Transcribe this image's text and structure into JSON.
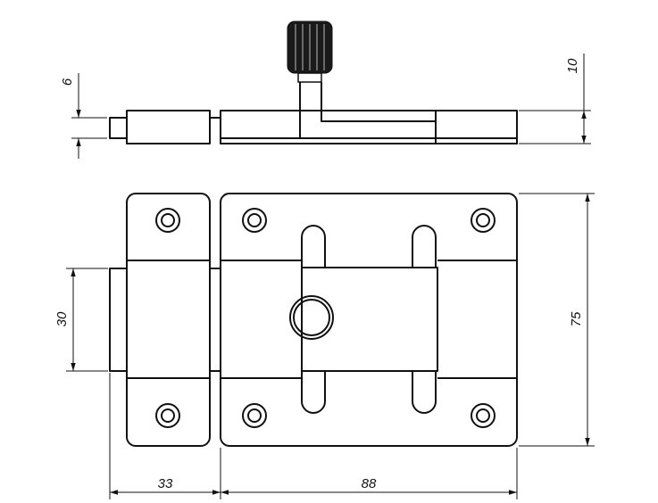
{
  "drawing": {
    "dimensions": {
      "side_height": "10",
      "bolt_tip_height": "6",
      "bolt_width": "30",
      "total_height": "75",
      "keeper_length": "33",
      "body_length": "88"
    }
  }
}
